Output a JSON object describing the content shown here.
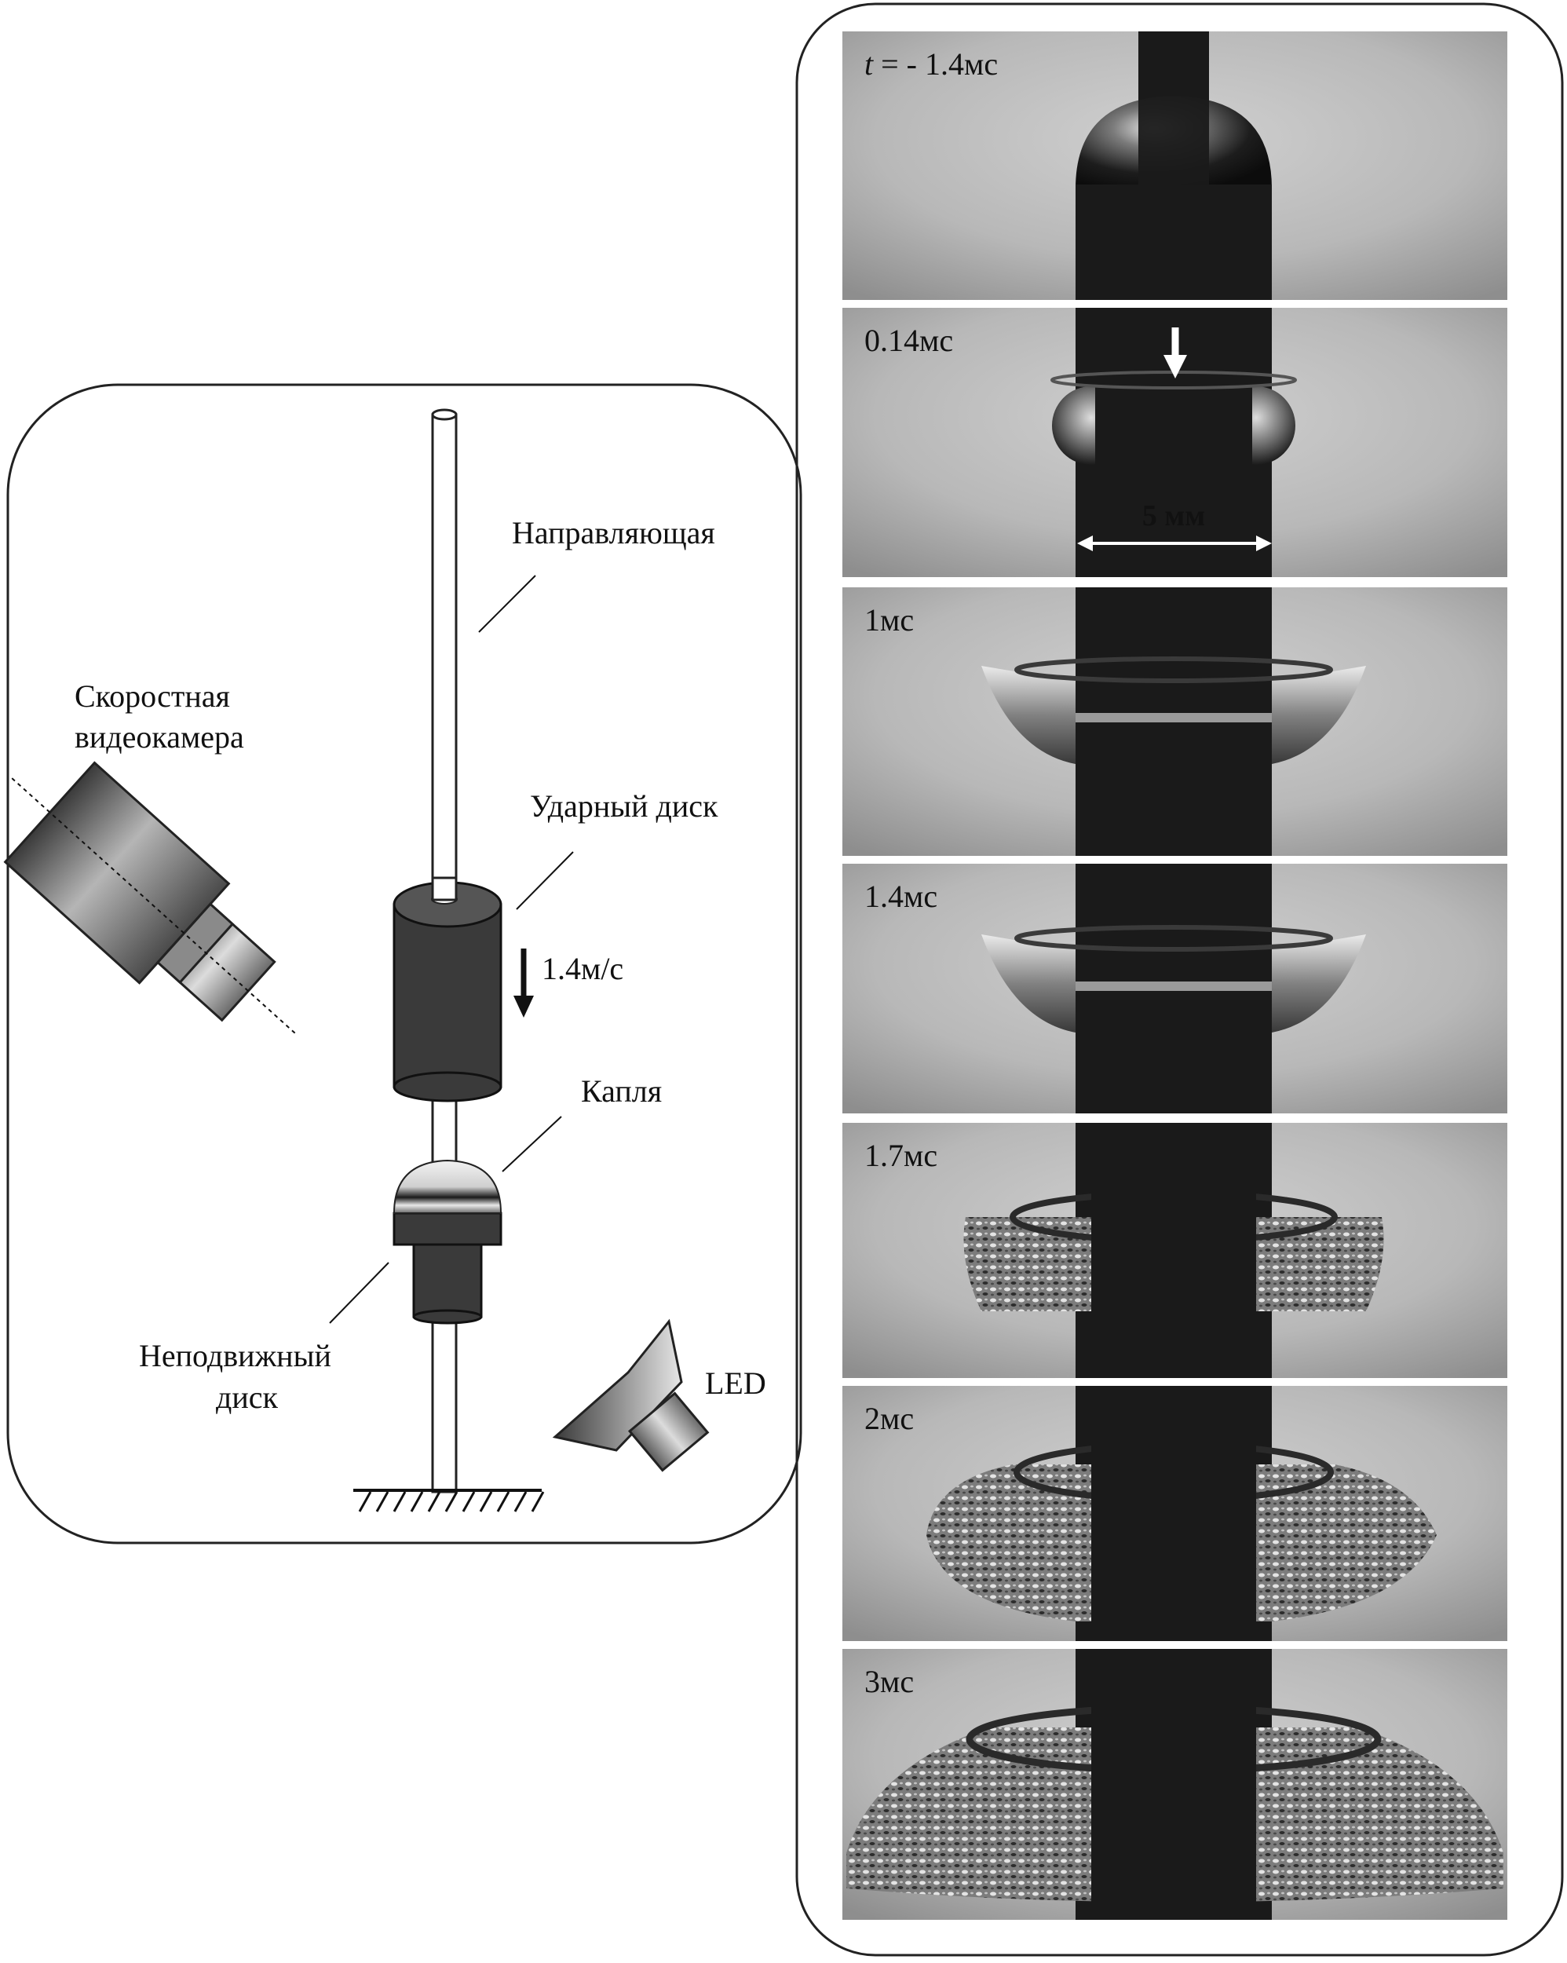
{
  "setup": {
    "labels": {
      "guide": "Направляющая",
      "camera_line1": "Скоростная",
      "camera_line2": "видеокамера",
      "impact_disk": "Ударный диск",
      "velocity": "1.4м/с",
      "drop": "Капля",
      "fixed_disk_line1": "Неподвижный",
      "fixed_disk_line2": "диск",
      "led": "LED"
    }
  },
  "frames": {
    "items": [
      {
        "time_prefix": "t",
        "time_rest": " = - 1.4мс",
        "stage": "drop-on-rod"
      },
      {
        "time_prefix": "",
        "time_rest": "0.14мс",
        "stage": "impact",
        "scale_label": "5 мм"
      },
      {
        "time_prefix": "",
        "time_rest": "1мс",
        "stage": "sheet"
      },
      {
        "time_prefix": "",
        "time_rest": "1.4мс",
        "stage": "sheet"
      },
      {
        "time_prefix": "",
        "time_rest": "1.7мс",
        "stage": "rim"
      },
      {
        "time_prefix": "",
        "time_rest": "2мс",
        "stage": "splash"
      },
      {
        "time_prefix": "",
        "time_rest": "3мс",
        "stage": "splash-large"
      }
    ]
  },
  "colors": {
    "frame_bg": "#b5b5b5",
    "rod": "#1a1a1a",
    "border": "#222222"
  }
}
